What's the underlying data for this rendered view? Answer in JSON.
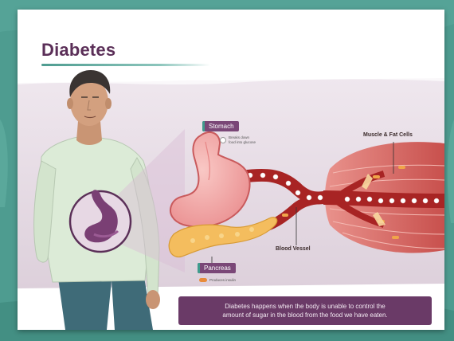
{
  "title": "Diabetes",
  "labels": {
    "stomach": "Stomach",
    "stomach_note_line1": "Breaks down",
    "stomach_note_line2": "food into glucose",
    "muscle_fat_cells": "Muscle & Fat Cells",
    "blood_vessel": "Blood Vessel",
    "pancreas": "Pancreas",
    "pancreas_note": "Produces insulin"
  },
  "caption": {
    "line1": "Diabetes happens when the body is unable to control the",
    "line2": "amount of sugar in the blood from the food we have eaten."
  },
  "colors": {
    "background_teal": "#4e9c90",
    "title_purple": "#5b2f58",
    "tag_purple": "#7a4777",
    "caption_purple": "#6a3a67",
    "vessel_red": "#b02a2a",
    "stomach_pink": "#f2a7a8",
    "pancreas_yellow": "#f6c261",
    "muscle_red": "#d9746f"
  }
}
